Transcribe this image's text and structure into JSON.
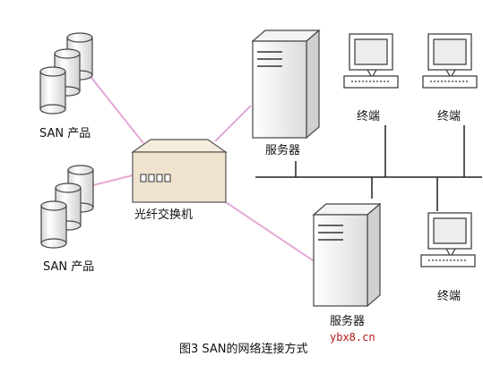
{
  "labels": {
    "san_top": "SAN 产品",
    "san_bottom": "SAN 产品",
    "switch": "光纤交换机",
    "server_top": "服务器",
    "server_bottom": "服务器",
    "terminal_1": "终端",
    "terminal_2": "终端",
    "terminal_3": "终端"
  },
  "caption": "图3 SAN的网络连接方式",
  "watermark": "ybx8.cn",
  "colors": {
    "fiber_link": "#e4a8d6",
    "network_link": "#222222",
    "switch_body": "#efe3cf",
    "device_outline": "#444444"
  }
}
